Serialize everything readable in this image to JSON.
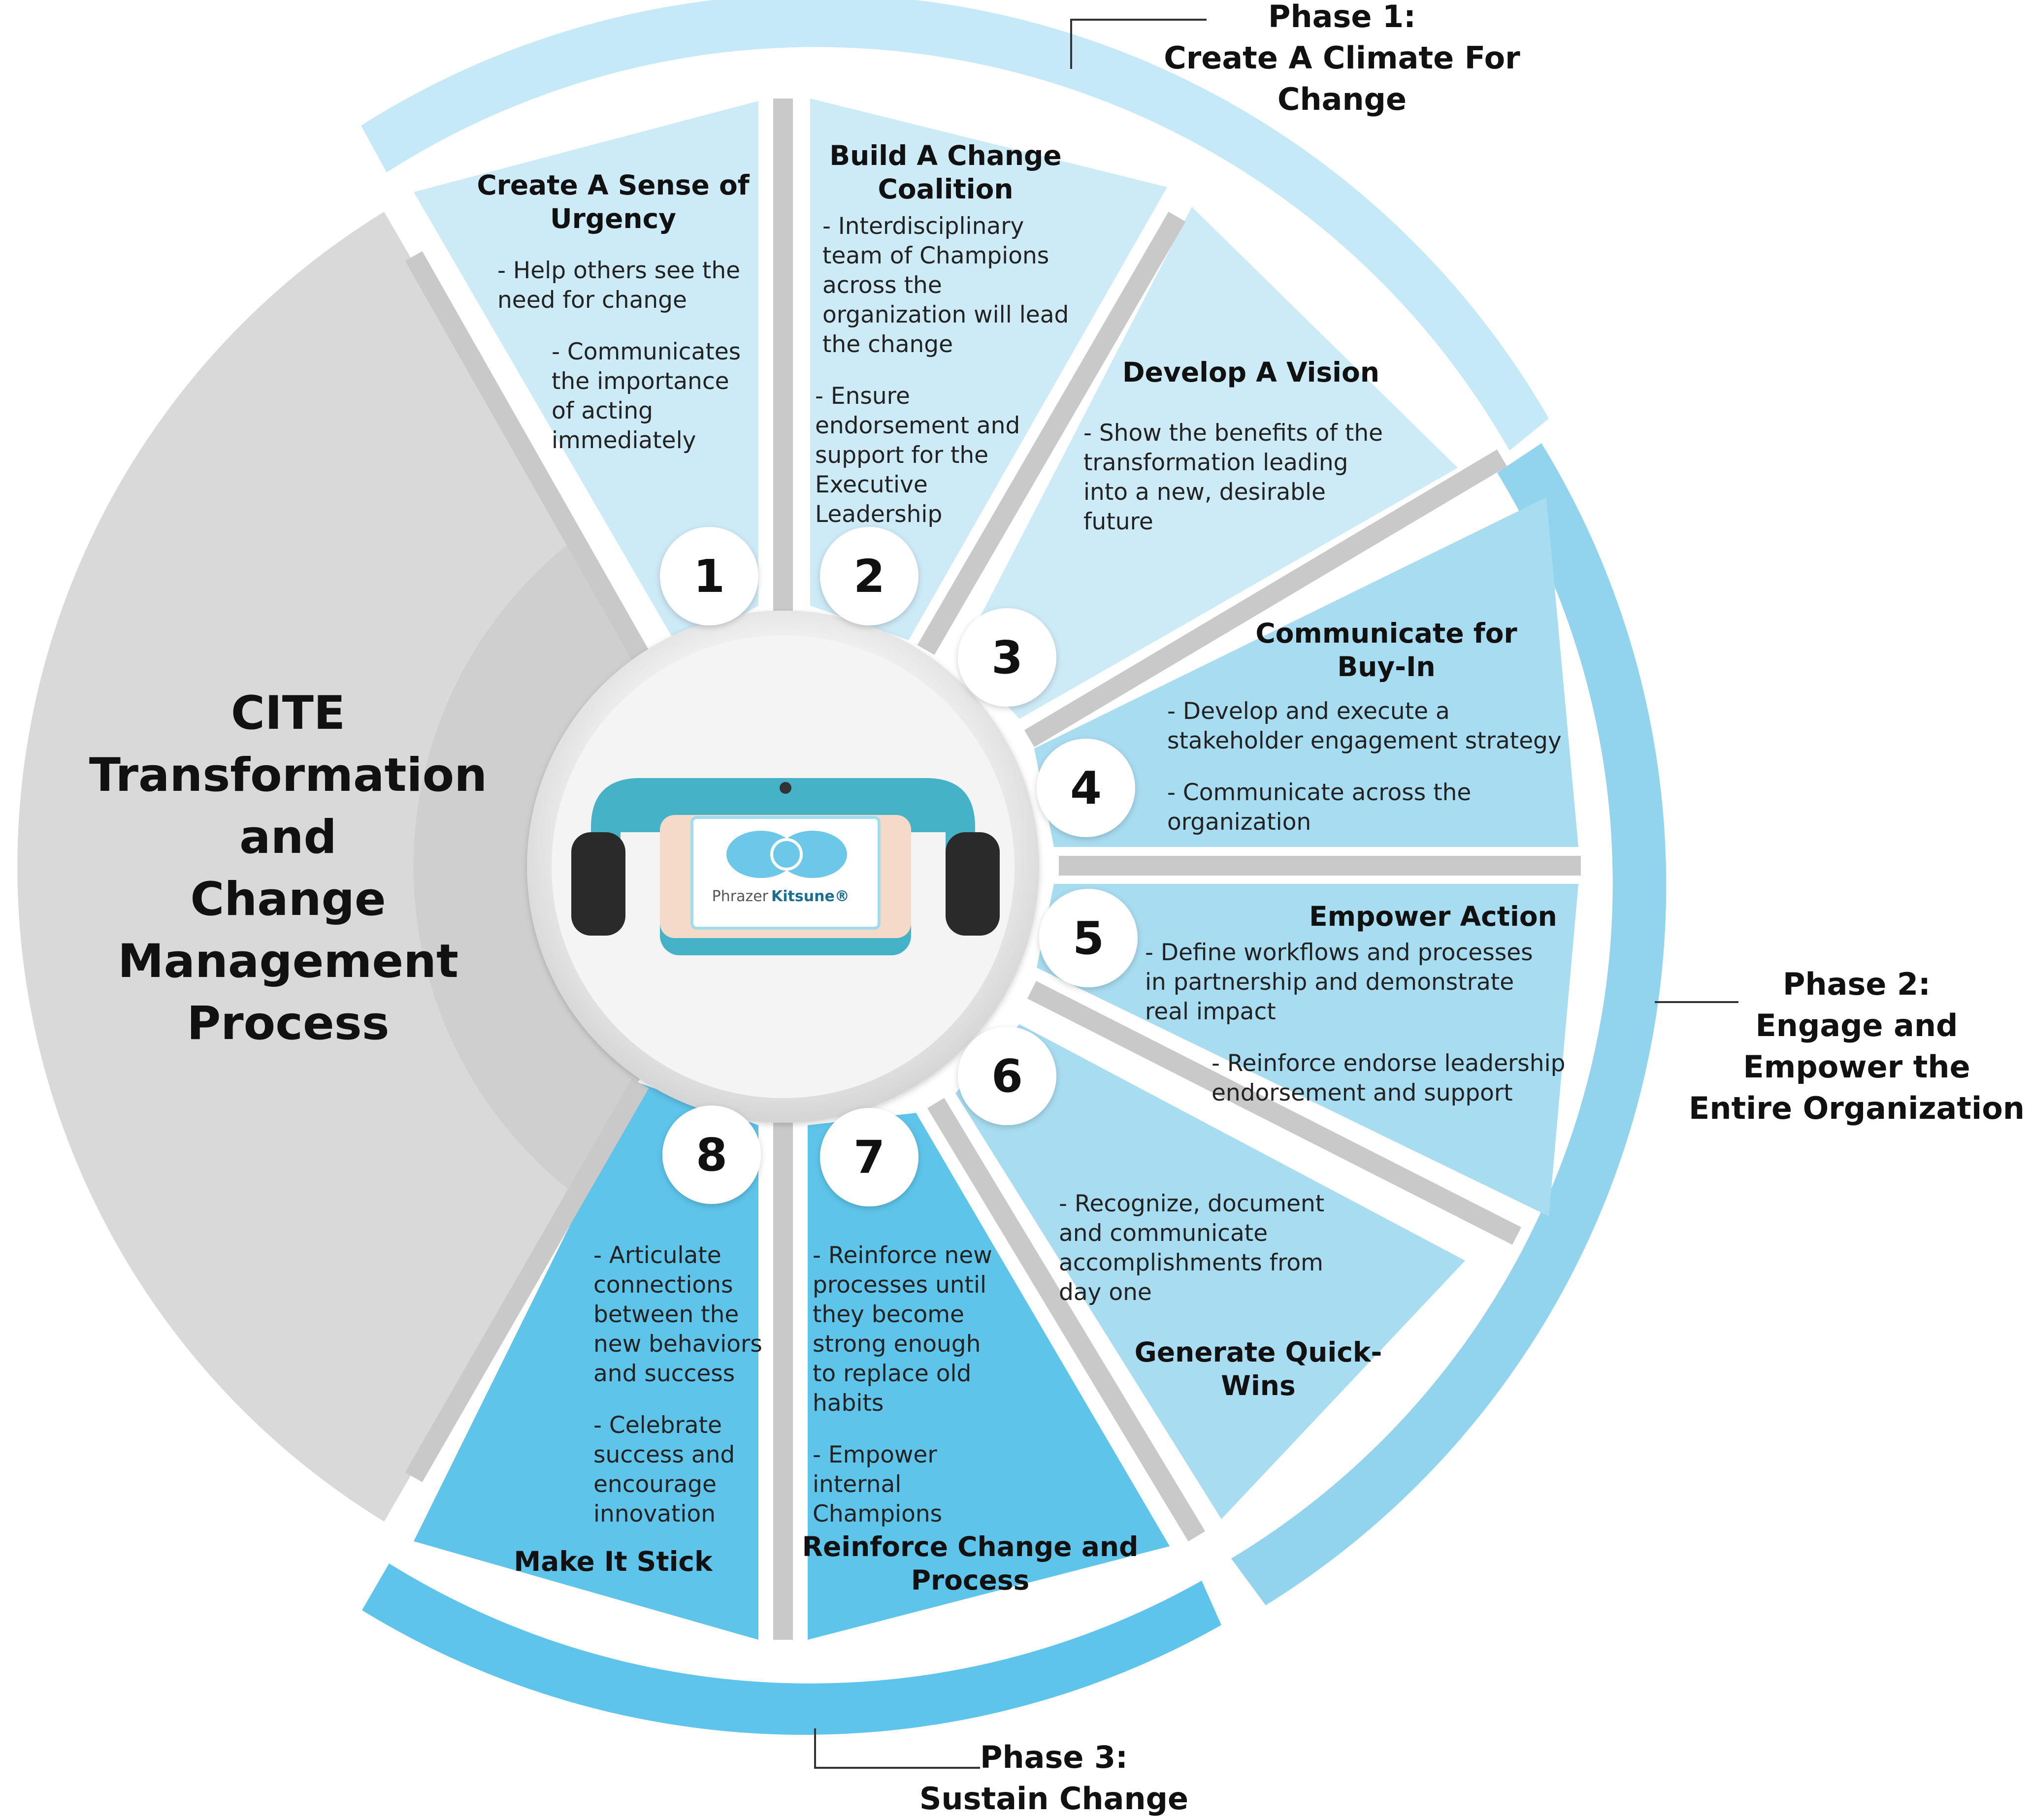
{
  "center": {
    "title": [
      "CITE",
      "Transformation",
      "and",
      "Change",
      "Management",
      "Process"
    ],
    "device_brand": "Phrazer",
    "device_model": "Kitsune"
  },
  "phases": [
    {
      "lines": [
        "Phase 1:",
        "Create A Climate For",
        "Change"
      ]
    },
    {
      "lines": [
        "Phase 2:",
        "Engage and",
        "Empower the",
        "Entire Organization"
      ]
    },
    {
      "lines": [
        "Phase 3:",
        "Sustain Change"
      ]
    }
  ],
  "steps": [
    {
      "number": "1",
      "title": [
        "Create A Sense of",
        "Urgency"
      ],
      "body": [
        "- Help others see the",
        "need for change",
        "- Communicates",
        "the importance",
        "of acting",
        "immediately"
      ]
    },
    {
      "number": "2",
      "title": [
        "Build A Change",
        "Coalition"
      ],
      "body": [
        "- Interdisciplinary",
        "team of Champions",
        "across the",
        "organization will lead",
        "the change",
        "- Ensure",
        "endorsement and",
        "support for the",
        "Executive",
        "Leadership"
      ]
    },
    {
      "number": "3",
      "title": [
        "Develop A Vision"
      ],
      "body": [
        "- Show the benefits of the",
        "transformation leading",
        "into a new, desirable",
        "future"
      ]
    },
    {
      "number": "4",
      "title": [
        "Communicate for",
        "Buy-In"
      ],
      "body": [
        "- Develop and execute a",
        "stakeholder engagement strategy",
        "- Communicate across the",
        "organization"
      ]
    },
    {
      "number": "5",
      "title": [
        "Empower Action"
      ],
      "body": [
        "- Define workflows and processes",
        "in partnership and demonstrate",
        "real impact",
        "- Reinforce endorse leadership",
        "endorsement and support"
      ]
    },
    {
      "number": "6",
      "title": [
        "Generate Quick-",
        "Wins"
      ],
      "body": [
        "- Recognize, document",
        "and communicate",
        "accomplishments from",
        "day one"
      ]
    },
    {
      "number": "7",
      "title": [
        "Reinforce Change and",
        "Process"
      ],
      "body": [
        "- Reinforce new",
        "processes until",
        "they become",
        "strong enough",
        "to replace old",
        "habits",
        "- Empower",
        "internal",
        "Champions"
      ]
    },
    {
      "number": "8",
      "title": [
        "Make It Stick"
      ],
      "body": [
        "- Articulate",
        "connections",
        "between the",
        "new behaviors",
        "and success",
        "- Celebrate",
        "success and",
        "encourage",
        "innovation"
      ]
    }
  ],
  "colors": {
    "phase1_light": "#cdeaf7",
    "phase2_mid": "#9fd9f0",
    "phase3_dark": "#5ec4ea",
    "phase_ring1": "#c6e9f7",
    "phase_ring2": "#92d3ee",
    "phase_ring3": "#5fc4ec",
    "gray_big": "#d9d9d9",
    "gray_inner": "#cccccc",
    "separator": "#c9c9c9",
    "device_teal": "#45b2c8"
  }
}
